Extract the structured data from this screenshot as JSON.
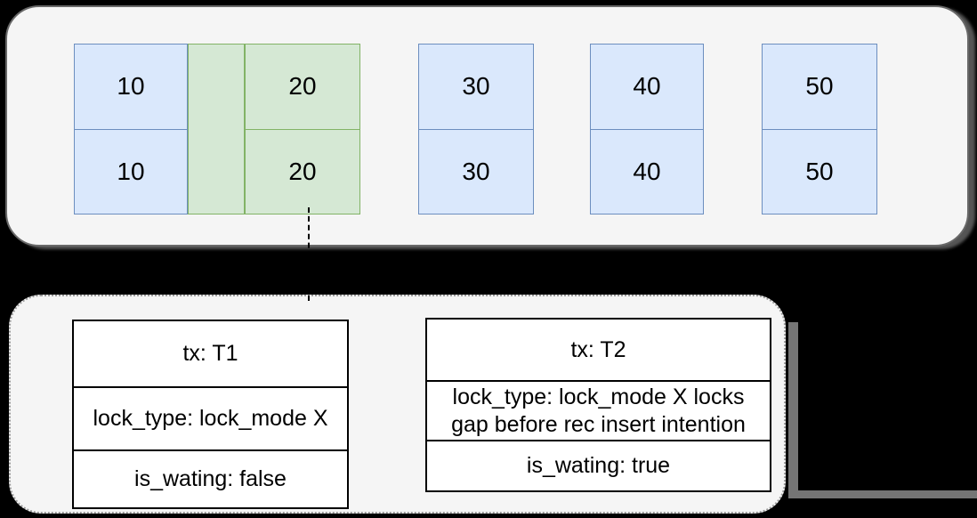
{
  "diagram": {
    "description": "InnoDB index records with gap lock diagram",
    "records": {
      "groups": [
        {
          "name": "pair-10",
          "style": "blue",
          "values": [
            "10",
            "10"
          ]
        },
        {
          "name": "gap-before-20",
          "style": "green-gap",
          "values": []
        },
        {
          "name": "pair-20",
          "style": "green",
          "values": [
            "20",
            "20"
          ]
        },
        {
          "name": "pair-30",
          "style": "blue",
          "values": [
            "30",
            "30"
          ]
        },
        {
          "name": "pair-40",
          "style": "blue",
          "values": [
            "40",
            "40"
          ]
        },
        {
          "name": "pair-50",
          "style": "blue",
          "values": [
            "50",
            "50"
          ]
        }
      ]
    },
    "locks": [
      {
        "tx": "tx: T1",
        "lock_type": "lock_type: lock_mode X",
        "is_waiting": "is_wating: false"
      },
      {
        "tx": "tx: T2",
        "lock_type": "lock_type: lock_mode X locks gap before rec insert intention",
        "is_waiting": "is_wating: true"
      }
    ],
    "colors": {
      "blue_fill": "#dae8fc",
      "blue_border": "#6c8ebf",
      "green_fill": "#d5e8d4",
      "green_border": "#82b366",
      "panel_fill": "#f5f5f5",
      "panel_border": "#686868",
      "popup_border": "#9a9a9a",
      "shadow_gray": "#757575",
      "background": "#000000"
    }
  }
}
